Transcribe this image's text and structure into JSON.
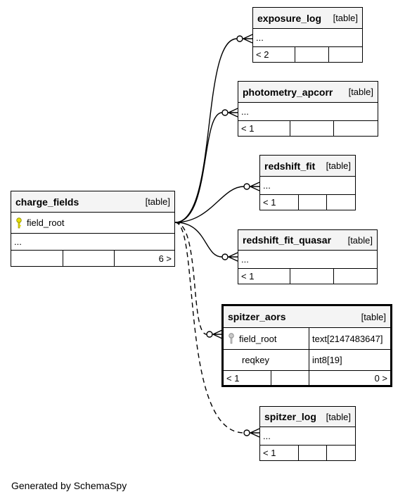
{
  "colors": {
    "primary_key_icon": "#e8e000",
    "foreign_key_icon": "#a0a0a0",
    "line": "#000000",
    "header_bg": "#f4f4f4"
  },
  "tables": {
    "charge_fields": {
      "name": "charge_fields",
      "kind": "[table]",
      "column": "field_root",
      "ellipsis": "...",
      "footer": [
        "",
        "",
        "6 >"
      ]
    },
    "exposure_log": {
      "name": "exposure_log",
      "kind": "[table]",
      "ellipsis": "...",
      "footer": [
        "< 2",
        "",
        ""
      ]
    },
    "photometry_apcorr": {
      "name": "photometry_apcorr",
      "kind": "[table]",
      "ellipsis": "...",
      "footer": [
        "< 1",
        "",
        ""
      ]
    },
    "redshift_fit": {
      "name": "redshift_fit",
      "kind": "[table]",
      "ellipsis": "...",
      "footer": [
        "< 1",
        "",
        ""
      ]
    },
    "redshift_fit_quasar": {
      "name": "redshift_fit_quasar",
      "kind": "[table]",
      "ellipsis": "...",
      "footer": [
        "< 1",
        "",
        ""
      ]
    },
    "spitzer_aors": {
      "name": "spitzer_aors",
      "kind": "[table]",
      "columns": [
        {
          "name": "field_root",
          "type": "text[2147483647]"
        },
        {
          "name": "reqkey",
          "type": "int8[19]"
        }
      ],
      "footer": [
        "< 1",
        "",
        "0 >"
      ]
    },
    "spitzer_log": {
      "name": "spitzer_log",
      "kind": "[table]",
      "ellipsis": "...",
      "footer": [
        "< 1",
        "",
        ""
      ]
    }
  },
  "generated_by": "Generated by SchemaSpy"
}
